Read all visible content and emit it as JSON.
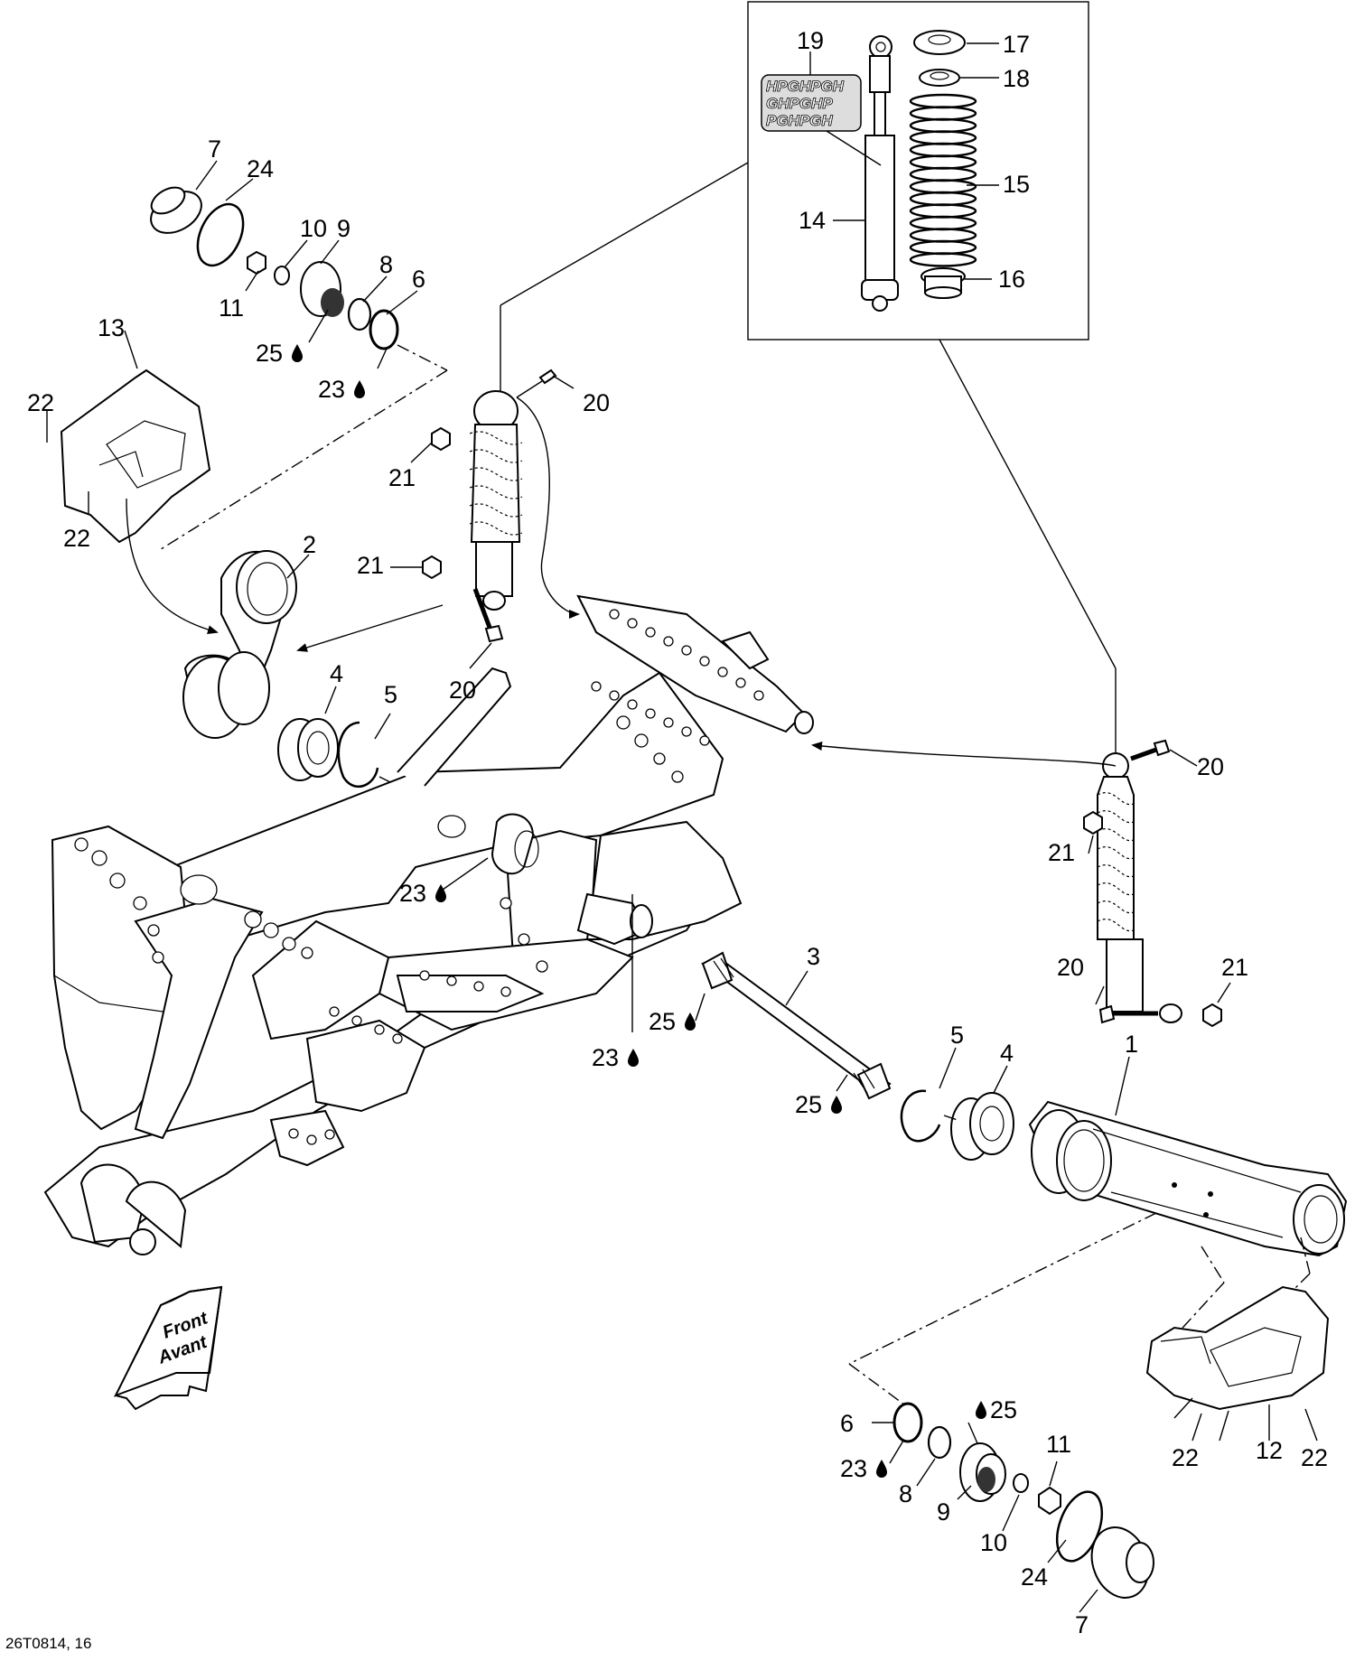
{
  "diagram": {
    "reference_code": "26T0814, 16",
    "front_arrow": {
      "line1": "Front",
      "line2": "Avant"
    },
    "labels": [
      {
        "id": "lbl-19",
        "text": "19"
      },
      {
        "id": "lbl-17",
        "text": "17"
      },
      {
        "id": "lbl-18",
        "text": "18"
      },
      {
        "id": "lbl-15",
        "text": "15"
      },
      {
        "id": "lbl-14",
        "text": "14"
      },
      {
        "id": "lbl-16",
        "text": "16"
      },
      {
        "id": "lbl-7a",
        "text": "7"
      },
      {
        "id": "lbl-24a",
        "text": "24"
      },
      {
        "id": "lbl-10a",
        "text": "10"
      },
      {
        "id": "lbl-9a",
        "text": "9"
      },
      {
        "id": "lbl-8a",
        "text": "8"
      },
      {
        "id": "lbl-6a",
        "text": "6"
      },
      {
        "id": "lbl-11a",
        "text": "11"
      },
      {
        "id": "lbl-25a",
        "text": "25"
      },
      {
        "id": "lbl-23a",
        "text": "23"
      },
      {
        "id": "lbl-13",
        "text": "13"
      },
      {
        "id": "lbl-22a",
        "text": "22"
      },
      {
        "id": "lbl-22b",
        "text": "22"
      },
      {
        "id": "lbl-20a",
        "text": "20"
      },
      {
        "id": "lbl-21a",
        "text": "21"
      },
      {
        "id": "lbl-2",
        "text": "2"
      },
      {
        "id": "lbl-21b",
        "text": "21"
      },
      {
        "id": "lbl-4a",
        "text": "4"
      },
      {
        "id": "lbl-5a",
        "text": "5"
      },
      {
        "id": "lbl-20b",
        "text": "20"
      },
      {
        "id": "lbl-20c",
        "text": "20"
      },
      {
        "id": "lbl-21c",
        "text": "21"
      },
      {
        "id": "lbl-23b",
        "text": "23"
      },
      {
        "id": "lbl-3",
        "text": "3"
      },
      {
        "id": "lbl-25b",
        "text": "25"
      },
      {
        "id": "lbl-23c",
        "text": "23"
      },
      {
        "id": "lbl-20d",
        "text": "20"
      },
      {
        "id": "lbl-21d",
        "text": "21"
      },
      {
        "id": "lbl-5b",
        "text": "5"
      },
      {
        "id": "lbl-4b",
        "text": "4"
      },
      {
        "id": "lbl-25c",
        "text": "25"
      },
      {
        "id": "lbl-1",
        "text": "1"
      },
      {
        "id": "lbl-6b",
        "text": "6"
      },
      {
        "id": "lbl-25d",
        "text": "25"
      },
      {
        "id": "lbl-23d",
        "text": "23"
      },
      {
        "id": "lbl-8b",
        "text": "8"
      },
      {
        "id": "lbl-9b",
        "text": "9"
      },
      {
        "id": "lbl-11b",
        "text": "11"
      },
      {
        "id": "lbl-10b",
        "text": "10"
      },
      {
        "id": "lbl-24b",
        "text": "24"
      },
      {
        "id": "lbl-7b",
        "text": "7"
      },
      {
        "id": "lbl-22c",
        "text": "22"
      },
      {
        "id": "lbl-12",
        "text": "12"
      },
      {
        "id": "lbl-22d",
        "text": "22"
      }
    ],
    "decal_text": [
      "HPGHPGH",
      "GHPGHP",
      "PGHPGH"
    ]
  }
}
